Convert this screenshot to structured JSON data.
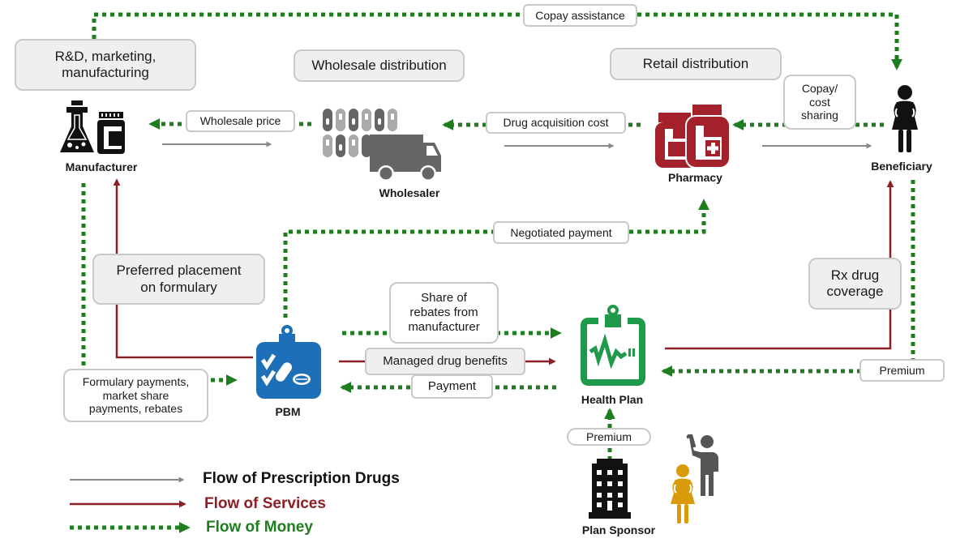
{
  "colors": {
    "drugs": "#8a8a8a",
    "services": "#8b1f24",
    "money": "#1e7d1e",
    "pharmacy": "#a3212a",
    "pbm": "#1d6fb8",
    "health_plan": "#1f9a4a",
    "sponsor_person_yellow": "#d99a0b",
    "sponsor_person_gray": "#555555"
  },
  "entities": {
    "manufacturer": {
      "label": "Manufacturer",
      "icon": "flask-and-bottle-icon"
    },
    "wholesaler": {
      "label": "Wholesaler",
      "icon": "pills-and-truck-icon"
    },
    "pharmacy": {
      "label": "Pharmacy",
      "icon": "medicine-bottles-icon"
    },
    "beneficiary": {
      "label": "Beneficiary",
      "icon": "person-icon"
    },
    "pbm": {
      "label": "PBM",
      "icon": "clipboard-pills-icon"
    },
    "health_plan": {
      "label": "Health Plan",
      "icon": "clipboard-heartbeat-icon"
    },
    "plan_sponsor": {
      "label": "Plan Sponsor",
      "icon": "office-building-icon"
    }
  },
  "role_boxes": {
    "manufacturer_role": [
      "R&D, marketing,",
      "manufacturing"
    ],
    "wholesale_role": "Wholesale distribution",
    "retail_role": "Retail distribution",
    "preferred_placement": [
      "Preferred placement",
      "on formulary"
    ],
    "rx_coverage": [
      "Rx drug",
      "coverage"
    ],
    "managed_benefits": "Managed drug benefits"
  },
  "flow_labels": {
    "copay_assistance": "Copay assistance",
    "wholesale_price": "Wholesale price",
    "drug_acquisition_cost": "Drug acquisition cost",
    "copay_cost_sharing": [
      "Copay/",
      "cost",
      "sharing"
    ],
    "negotiated_payment": "Negotiated payment",
    "share_of_rebates": [
      "Share of",
      "rebates from",
      "manufacturer"
    ],
    "payment": "Payment",
    "formulary_payments": [
      "Formulary payments,",
      "market share",
      "payments, rebates"
    ],
    "premium_beneficiary": "Premium",
    "premium_sponsor": "Premium"
  },
  "legend": [
    {
      "label": "Flow of Prescription Drugs",
      "type": "drugs"
    },
    {
      "label": "Flow of Services",
      "type": "services"
    },
    {
      "label": "Flow of Money",
      "type": "money"
    }
  ]
}
